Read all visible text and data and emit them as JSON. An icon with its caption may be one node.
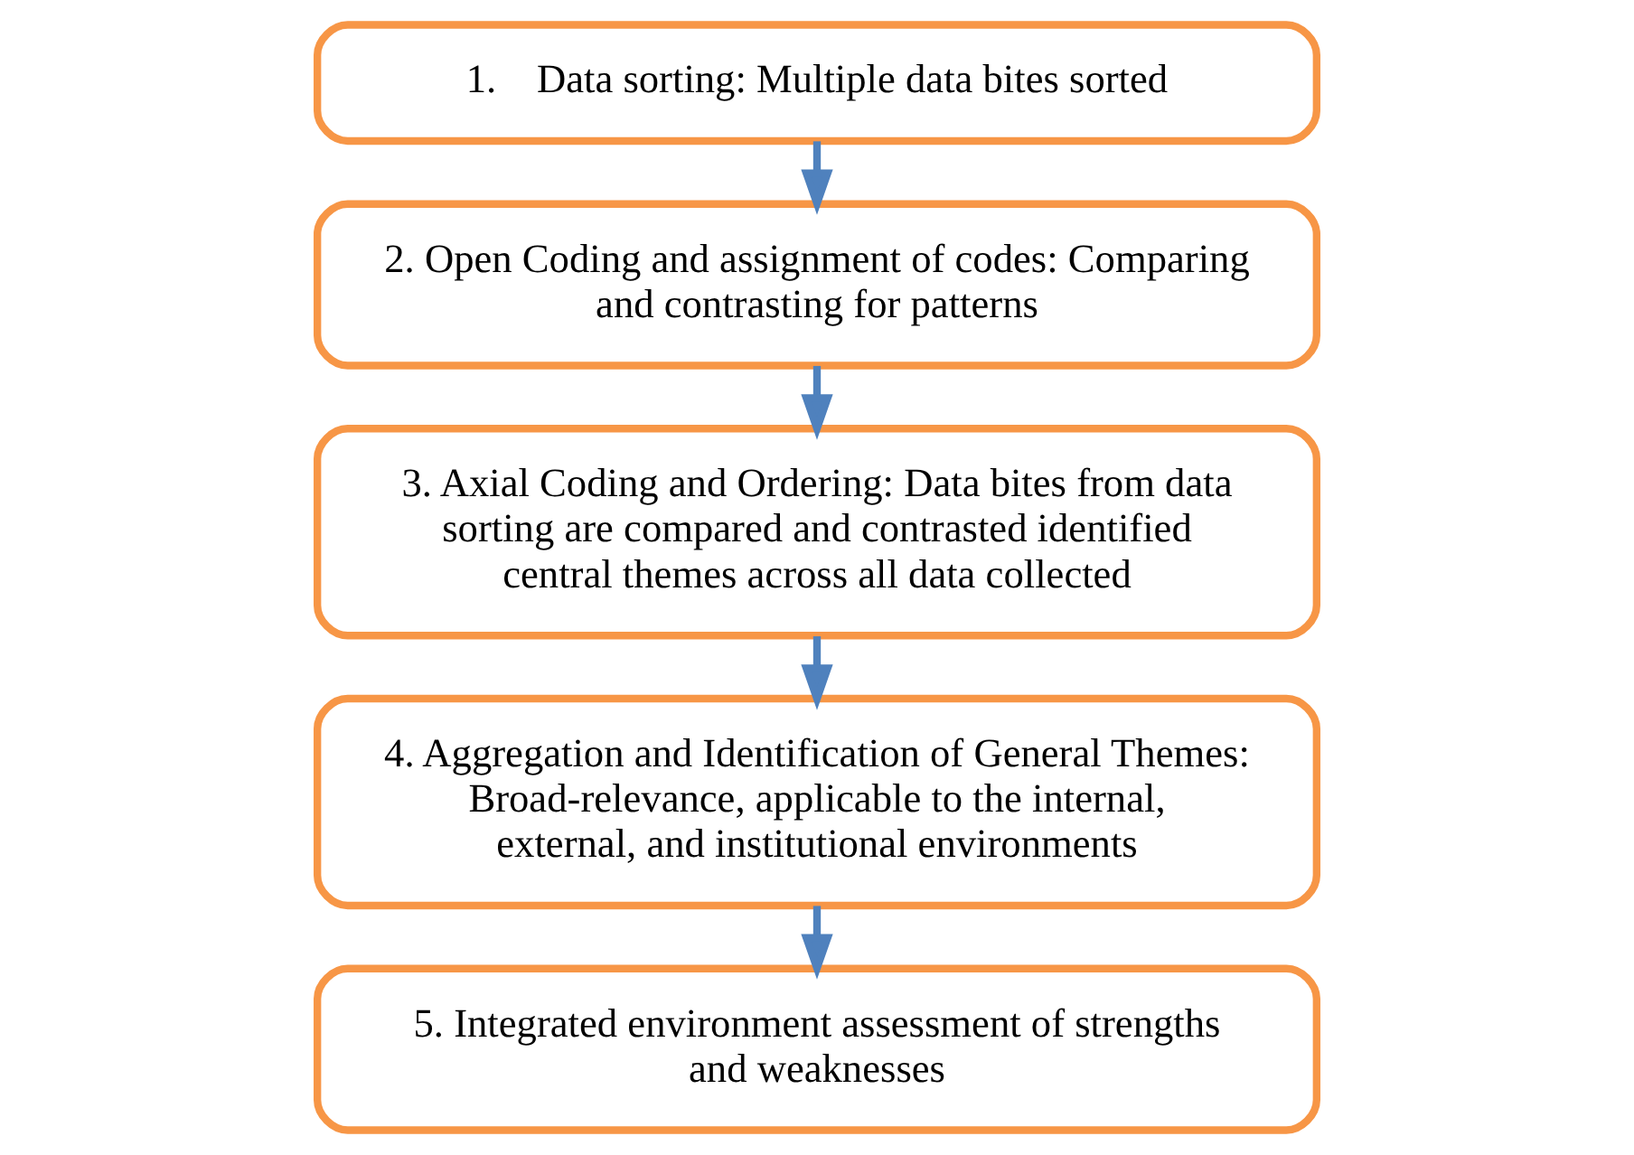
{
  "diagram": {
    "nodes": [
      {
        "text": [
          "1.    Data sorting: Multiple data bites sorted"
        ]
      },
      {
        "text": [
          "2. Open Coding and assignment of codes: Comparing and contrasting for patterns"
        ]
      },
      {
        "text": [
          "3. Axial Coding and Ordering: Data bites from data sorting are compared and contrasted identified central themes across all data collected"
        ]
      },
      {
        "text": [
          "4. Aggregation and Identification of General Themes:  Broad-relevance, applicable to the internal, external, and institutional environments"
        ]
      },
      {
        "text": [
          "5. Integrated environment assessment of strengths and weaknesses"
        ]
      }
    ],
    "edges": [
      {
        "from": 0,
        "to": 1,
        "arrow": "to"
      },
      {
        "from": 1,
        "to": 2,
        "arrow": "to"
      },
      {
        "from": 2,
        "to": 3,
        "arrow": "to"
      },
      {
        "from": 3,
        "to": 4,
        "arrow": "to"
      }
    ]
  }
}
